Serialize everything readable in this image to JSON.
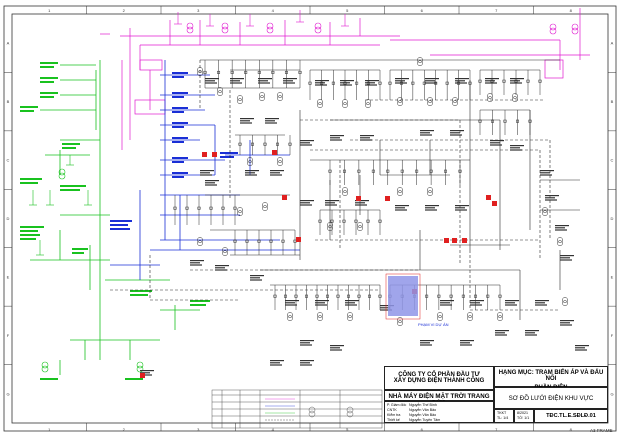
{
  "border": {
    "columns": [
      "1",
      "2",
      "3",
      "4",
      "5",
      "6",
      "7",
      "8"
    ],
    "rows": [
      "A",
      "B",
      "C",
      "D",
      "E",
      "F",
      "G"
    ]
  },
  "title_block": {
    "company_line1": "CÔNG TY CỔ PHẦN ĐẦU TƯ",
    "company_line2": "XÂY DỰNG ĐIỆN THÀNH CÔNG",
    "plant_name": "NHÀ MÁY ĐIỆN MẶT TRỜI TRANG ĐỨC",
    "category_line1": "HẠNG MỤC: TRẠM BIẾN ÁP VÀ ĐẤU NỐI",
    "category_line2": "PHẦN ĐIỆN",
    "drawing_title": "SƠ ĐỒ LƯỚI ĐIỆN KHU VỰC",
    "drawing_code": "TĐC.TL.E.SĐLĐ.01",
    "date": "8/2021",
    "sheet": "TỜ: 1/1",
    "scale_label": "TKKT",
    "scale_value": "TL: 1/4",
    "signers": [
      {
        "role": "P. Giám đốc",
        "name": "Nguyễn Thế Bình"
      },
      {
        "role": "CNTK",
        "name": "Nguyễn Văn Bảo"
      },
      {
        "role": "Kiểm tra",
        "name": "Nguyễn Văn Bảo"
      },
      {
        "role": "Thiết kế",
        "name": "Nguyễn Tuyên Tâm"
      }
    ]
  },
  "frame_label": "A3 FRAME",
  "annotations": {
    "phan_vi_du_an": "PHẠM VI DỰ ÁN"
  },
  "colors": {
    "blue_network": "#1a2fd6",
    "magenta_network": "#e01ad0",
    "green_network": "#19c21f",
    "dark_lines": "#2a2a2a",
    "red_marker": "#e02020",
    "project_scope_fill": "#8f95e8"
  }
}
